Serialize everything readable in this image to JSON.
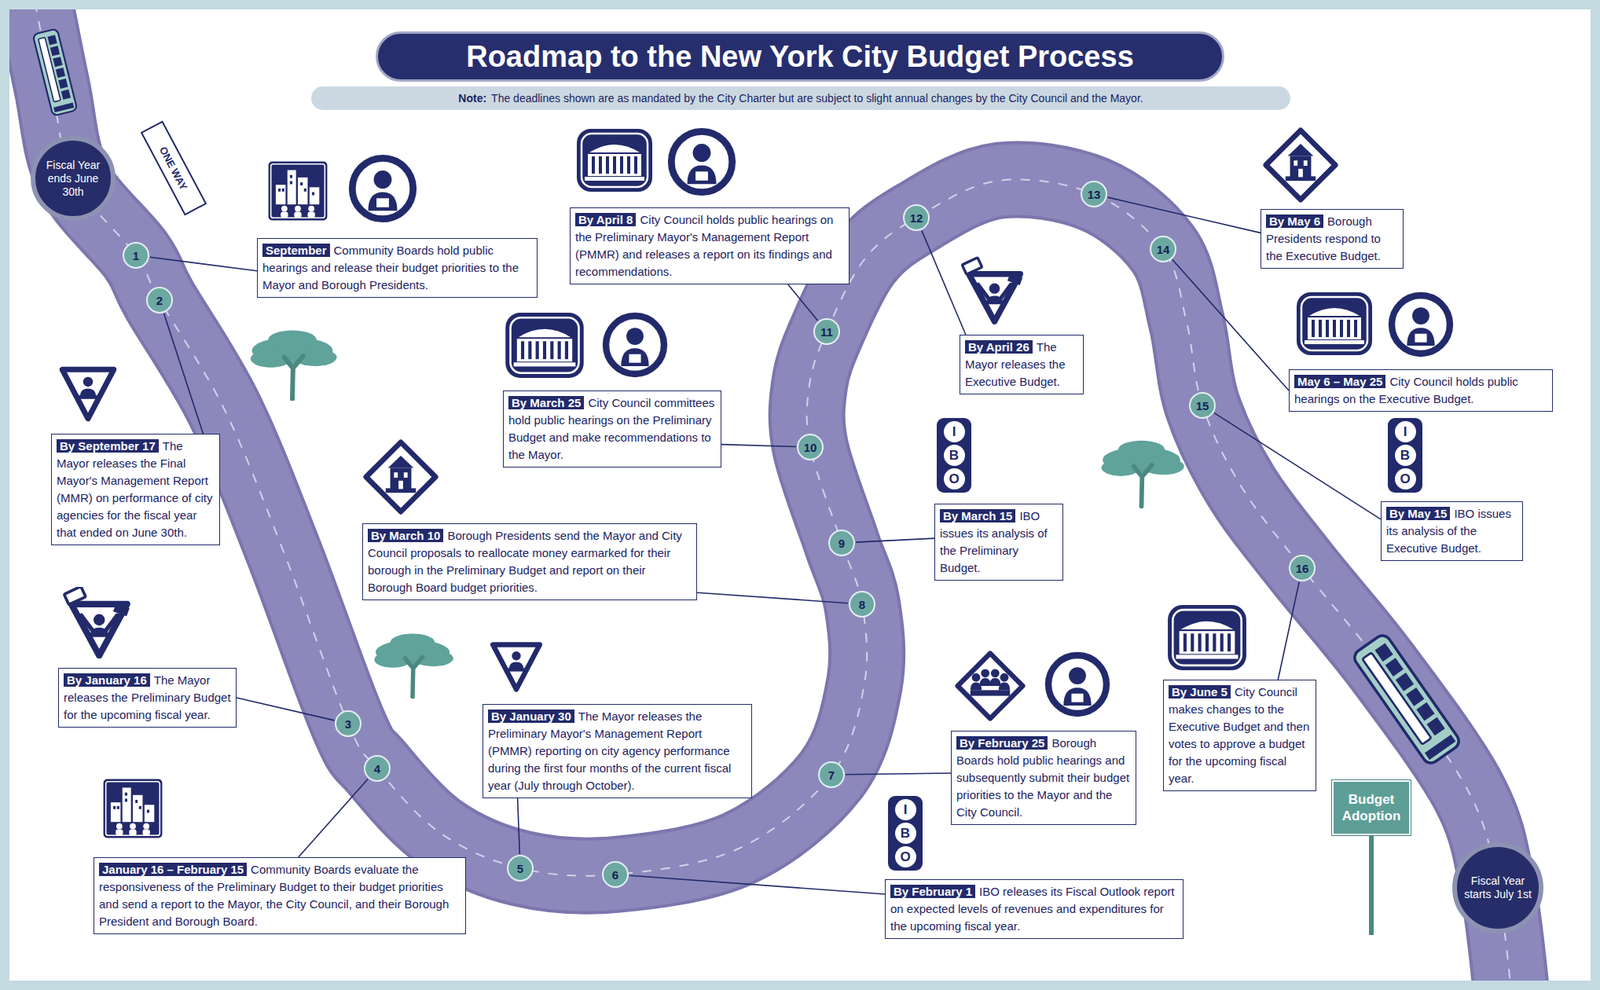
{
  "diagram": {
    "title": "Roadmap to the New York City Budget Process",
    "nodes": [
      {
        "text": [
          "Note:",
          "The deadlines shown are as mandated by the City Charter but are subject to slight annual changes by the City Council and the Mayor."
        ]
      },
      {
        "text": [
          "Fiscal Year ends June 30th"
        ]
      },
      {
        "text": [
          "ONE WAY"
        ]
      },
      {
        "text": [
          "1"
        ]
      },
      {
        "text": [
          "September",
          "Community Boards hold public hearings and release their budget priorities to the Mayor and Borough Presidents."
        ]
      },
      {
        "text": [
          "2"
        ]
      },
      {
        "text": [
          "By September 17",
          "The Mayor releases the Final Mayor's Management Report (MMR) on performance of city agencies for the fiscal year that ended on June 30th."
        ]
      },
      {
        "text": [
          "3"
        ]
      },
      {
        "text": [
          "By January 16",
          "The Mayor releases the Preliminary Budget for the upcoming fiscal year."
        ]
      },
      {
        "text": [
          "4"
        ]
      },
      {
        "text": [
          "January 16 – February 15",
          "Community Boards evaluate the responsiveness of the Preliminary Budget to their budget priorities and send a report to the Mayor, the City Council, and their Borough President and Borough Board."
        ]
      },
      {
        "text": [
          "5"
        ]
      },
      {
        "text": [
          "By January 30",
          "The Mayor releases the Preliminary Mayor's Management Report (PMMR) reporting on city agency performance during the first four months of the current fiscal year (July through October)."
        ]
      },
      {
        "text": [
          "6"
        ]
      },
      {
        "text": [
          "I",
          "B",
          "O"
        ]
      },
      {
        "text": [
          "By February 1",
          "IBO releases its Fiscal Outlook report on expected levels of revenues and expenditures for the upcoming fiscal year."
        ]
      },
      {
        "text": [
          "7"
        ]
      },
      {
        "text": [
          "By February 25",
          "Borough Boards hold public hearings and subsequently submit their budget priorities to the Mayor and the City Council."
        ]
      },
      {
        "text": [
          "8"
        ]
      },
      {
        "text": [
          "By March 10",
          "Borough Presidents send the Mayor and City Council proposals to reallocate money earmarked for their borough in the Preliminary Budget and report on their Borough Board budget priorities."
        ]
      },
      {
        "text": [
          "9"
        ]
      },
      {
        "text": [
          "I",
          "B",
          "O"
        ]
      },
      {
        "text": [
          "By March 15",
          "IBO issues its analysis of the Preliminary Budget."
        ]
      },
      {
        "text": [
          "10"
        ]
      },
      {
        "text": [
          "By March 25",
          "City Council committees hold public hearings on the Preliminary Budget and make recommendations to the Mayor."
        ]
      },
      {
        "text": [
          "11"
        ]
      },
      {
        "text": [
          "By April 8",
          "City Council holds public hearings on the Preliminary Mayor's Management Report (PMMR) and releases a report on its findings and recommendations."
        ]
      },
      {
        "text": [
          "12"
        ]
      },
      {
        "text": [
          "By April 26",
          "The Mayor releases the Executive Budget."
        ]
      },
      {
        "text": [
          "13"
        ]
      },
      {
        "text": [
          "By May 6",
          "Borough Presidents respond to the Executive Budget."
        ]
      },
      {
        "text": [
          "14"
        ]
      },
      {
        "text": [
          "May 6 – May 25",
          "City Council holds public hearings on the Executive Budget."
        ]
      },
      {
        "text": [
          "15"
        ]
      },
      {
        "text": [
          "I",
          "B",
          "O"
        ]
      },
      {
        "text": [
          "By May 15",
          "IBO issues its analysis of the Executive Budget."
        ]
      },
      {
        "text": [
          "16"
        ]
      },
      {
        "text": [
          "By June 5",
          "City Council makes changes to the Executive Budget and then votes to approve a budget for the upcoming fiscal year."
        ]
      },
      {
        "text": [
          "Budget Adoption"
        ]
      },
      {
        "text": [
          "Fiscal Year starts July 1st"
        ]
      }
    ],
    "edges": [
      {
        "from": 3,
        "to": 4,
        "arrow": "none"
      },
      {
        "from": 5,
        "to": 6,
        "arrow": "none"
      },
      {
        "from": 7,
        "to": 8,
        "arrow": "none"
      },
      {
        "from": 9,
        "to": 10,
        "arrow": "none"
      },
      {
        "from": 11,
        "to": 12,
        "arrow": "none"
      },
      {
        "from": 13,
        "to": 15,
        "arrow": "none"
      },
      {
        "from": 16,
        "to": 17,
        "arrow": "none"
      },
      {
        "from": 18,
        "to": 19,
        "arrow": "none"
      },
      {
        "from": 20,
        "to": 22,
        "arrow": "none"
      },
      {
        "from": 23,
        "to": 24,
        "arrow": "none"
      },
      {
        "from": 25,
        "to": 26,
        "arrow": "none"
      },
      {
        "from": 27,
        "to": 28,
        "arrow": "none"
      },
      {
        "from": 29,
        "to": 30,
        "arrow": "none"
      },
      {
        "from": 31,
        "to": 32,
        "arrow": "none"
      },
      {
        "from": 33,
        "to": 35,
        "arrow": "none"
      },
      {
        "from": 36,
        "to": 37,
        "arrow": "none"
      }
    ]
  }
}
